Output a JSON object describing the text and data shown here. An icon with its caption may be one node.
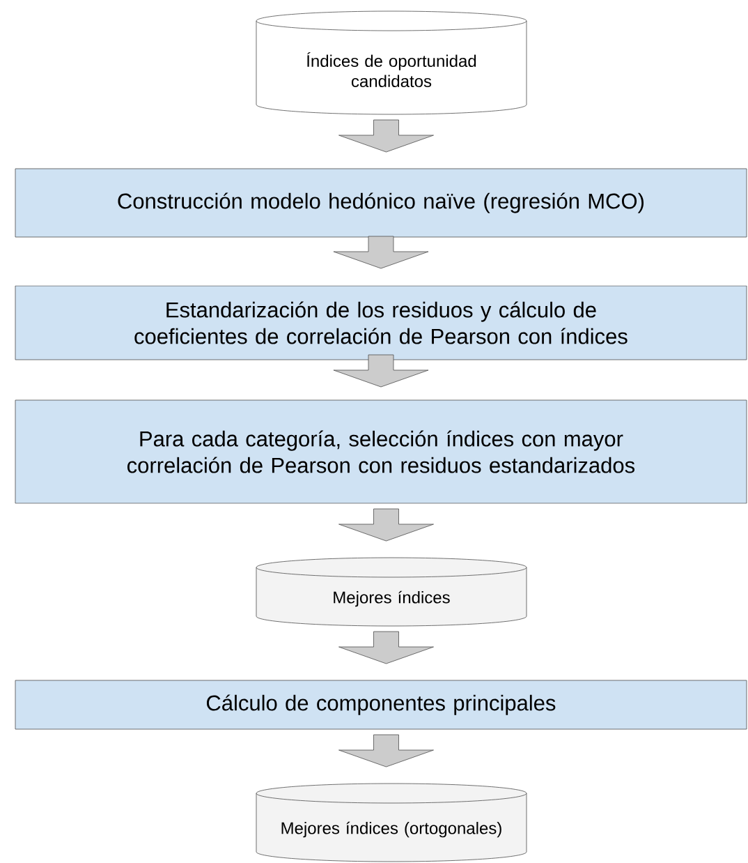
{
  "diagram": {
    "nodes": [
      {
        "text": [
          "Índices de oportunidad candidatos"
        ]
      },
      {
        "text": [
          "Construcción modelo hedónico naïve (regresión MCO)"
        ]
      },
      {
        "text": [
          "Estandarización de los residuos y cálculo de coeficientes de correlación de Pearson con índices"
        ]
      },
      {
        "text": [
          "Para cada categoría, selección índices con mayor correlación de Pearson con residuos estandarizados"
        ]
      },
      {
        "text": [
          "Mejores índices"
        ]
      },
      {
        "text": [
          "Cálculo de componentes principales"
        ]
      },
      {
        "text": [
          "Mejores índices (ortogonales)"
        ]
      }
    ],
    "edges": [
      {
        "from": 0,
        "to": 1,
        "arrow": "to"
      },
      {
        "from": 1,
        "to": 2,
        "arrow": "to"
      },
      {
        "from": 2,
        "to": 3,
        "arrow": "to"
      },
      {
        "from": 3,
        "to": 4,
        "arrow": "to"
      },
      {
        "from": 4,
        "to": 5,
        "arrow": "to"
      },
      {
        "from": 5,
        "to": 6,
        "arrow": "to"
      }
    ]
  }
}
